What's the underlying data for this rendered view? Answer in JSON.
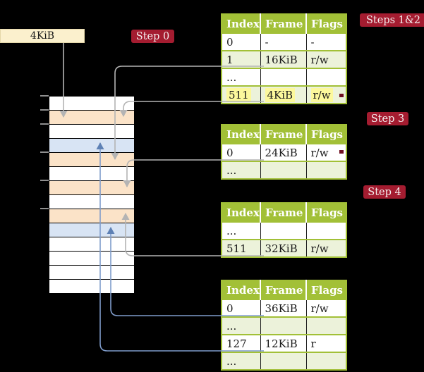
{
  "frame_box": {
    "label": "4KiB"
  },
  "step_labels": {
    "step0": "Step 0",
    "steps12": "Steps 1&2",
    "step3": "Step 3",
    "step4": "Step 4"
  },
  "memory_stack": {
    "rows": [
      {
        "css": "stack-row white"
      },
      {
        "css": "stack-row peach"
      },
      {
        "css": "stack-row white"
      },
      {
        "css": "stack-row blue"
      },
      {
        "css": "stack-row peach"
      },
      {
        "css": "stack-row white"
      },
      {
        "css": "stack-row peach"
      },
      {
        "css": "stack-row white"
      },
      {
        "css": "stack-row peach"
      },
      {
        "css": "stack-row blue"
      },
      {
        "css": "stack-row white"
      },
      {
        "css": "stack-row white"
      },
      {
        "css": "stack-row white"
      },
      {
        "css": "stack-row white"
      }
    ]
  },
  "columns": [
    "Index",
    "Frame",
    "Flags"
  ],
  "tables": {
    "steps12": {
      "rows": [
        {
          "index": "0",
          "frame": "-",
          "flags": "-"
        },
        {
          "index": "1",
          "frame": "16KiB",
          "flags": "r/w"
        },
        {
          "index": "...",
          "frame": "",
          "flags": ""
        },
        {
          "index": "511",
          "frame": "4KiB",
          "flags": "r/w"
        }
      ]
    },
    "step3": {
      "rows": [
        {
          "index": "0",
          "frame": "24KiB",
          "flags": "r/w"
        },
        {
          "index": "...",
          "frame": "",
          "flags": ""
        }
      ]
    },
    "step4": {
      "rows": [
        {
          "index": "...",
          "frame": "",
          "flags": ""
        },
        {
          "index": "511",
          "frame": "32KiB",
          "flags": "r/w"
        }
      ]
    },
    "final": {
      "rows": [
        {
          "index": "0",
          "frame": "36KiB",
          "flags": "r/w"
        },
        {
          "index": "...",
          "frame": "",
          "flags": ""
        },
        {
          "index": "127",
          "frame": "12KiB",
          "flags": "r"
        },
        {
          "index": "...",
          "frame": "",
          "flags": ""
        }
      ]
    }
  },
  "colors": {
    "label_crimson": "#A41C30",
    "table_green": "#A2C037",
    "row_lightgreen": "#ECF2DA",
    "highlight_yellow": "#FCF89C",
    "frame_peach": "#FBE3C8",
    "frame_blue": "#D8E4F4",
    "box_cream": "#FBF0CD",
    "connector_gray": "#B4B4B4",
    "connector_blue": "#7F9CCB",
    "arrow_blue": "#5E81B5"
  }
}
